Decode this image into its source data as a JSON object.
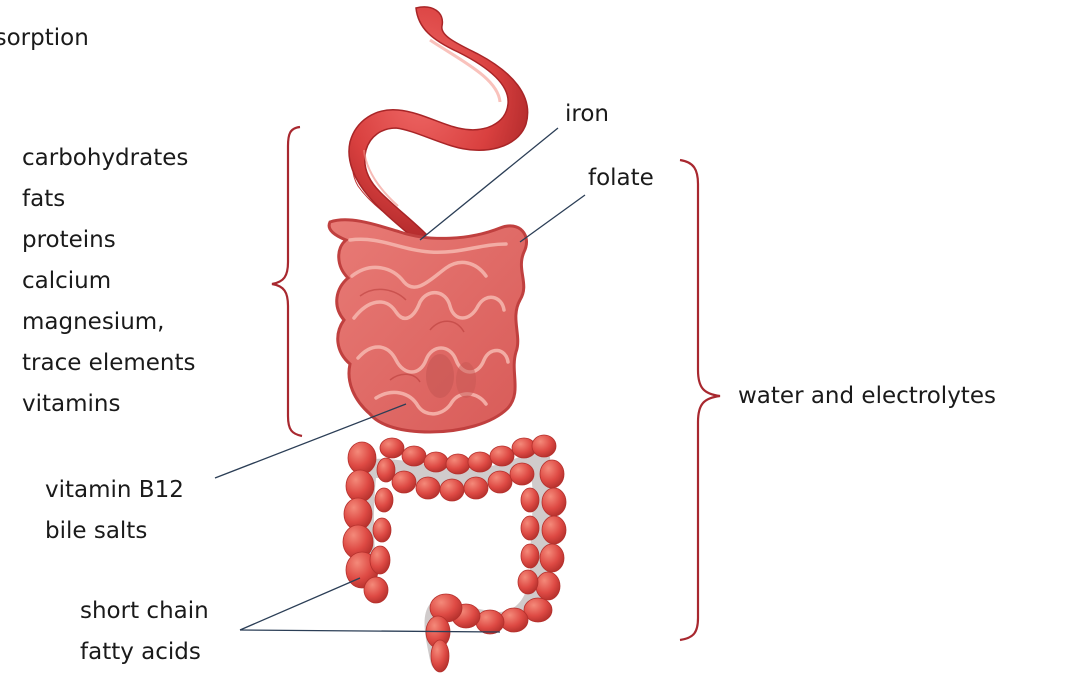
{
  "title": "bsorption",
  "labels": {
    "nutrients": [
      "carbohydrates",
      "fats",
      "proteins",
      "calcium",
      "magnesium,",
      "trace elements",
      "vitamins"
    ],
    "b12": [
      "vitamin B12",
      "bile salts"
    ],
    "scfa": [
      "short chain",
      "fatty acids"
    ],
    "iron": "iron",
    "folate": "folate",
    "water": "water and electrolytes"
  },
  "colors": {
    "organ": "#e0494a",
    "organ_dark": "#b82a2c",
    "intestine_fill": "#e36d6a",
    "bracket": "#a8282f",
    "leader": "#2b3e56"
  }
}
